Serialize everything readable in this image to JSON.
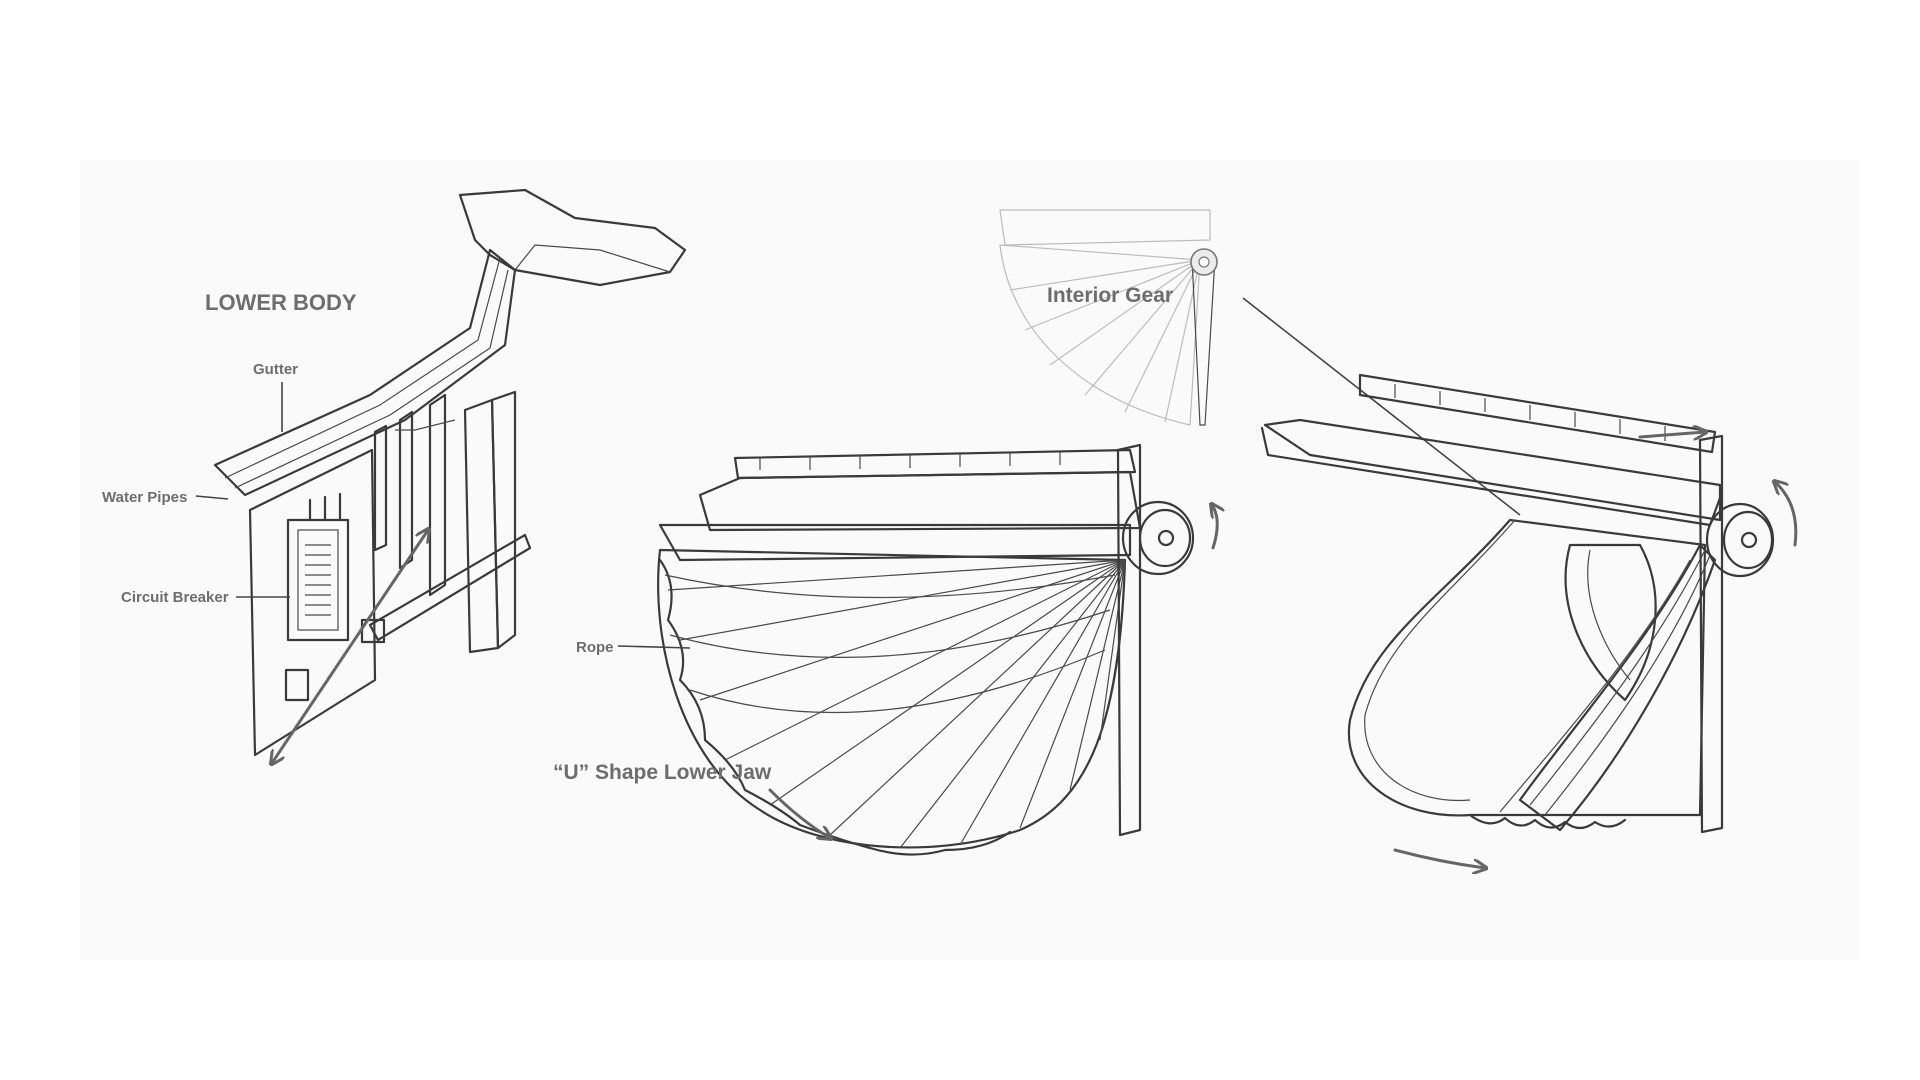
{
  "labels": {
    "lower_body": "LOWER BODY",
    "gutter": "Gutter",
    "water_pipes": "Water Pipes",
    "circuit_breaker": "Circuit Breaker",
    "rope": "Rope",
    "u_shape_lower_jaw": "“U” Shape Lower Jaw",
    "interior_gear": "Interior Gear"
  },
  "colors": {
    "background": "#ffffff",
    "panel": "#fafafa",
    "ink": "#3a3a3a",
    "fabric": "#dcdcdc",
    "label": "#6d6d6d"
  }
}
